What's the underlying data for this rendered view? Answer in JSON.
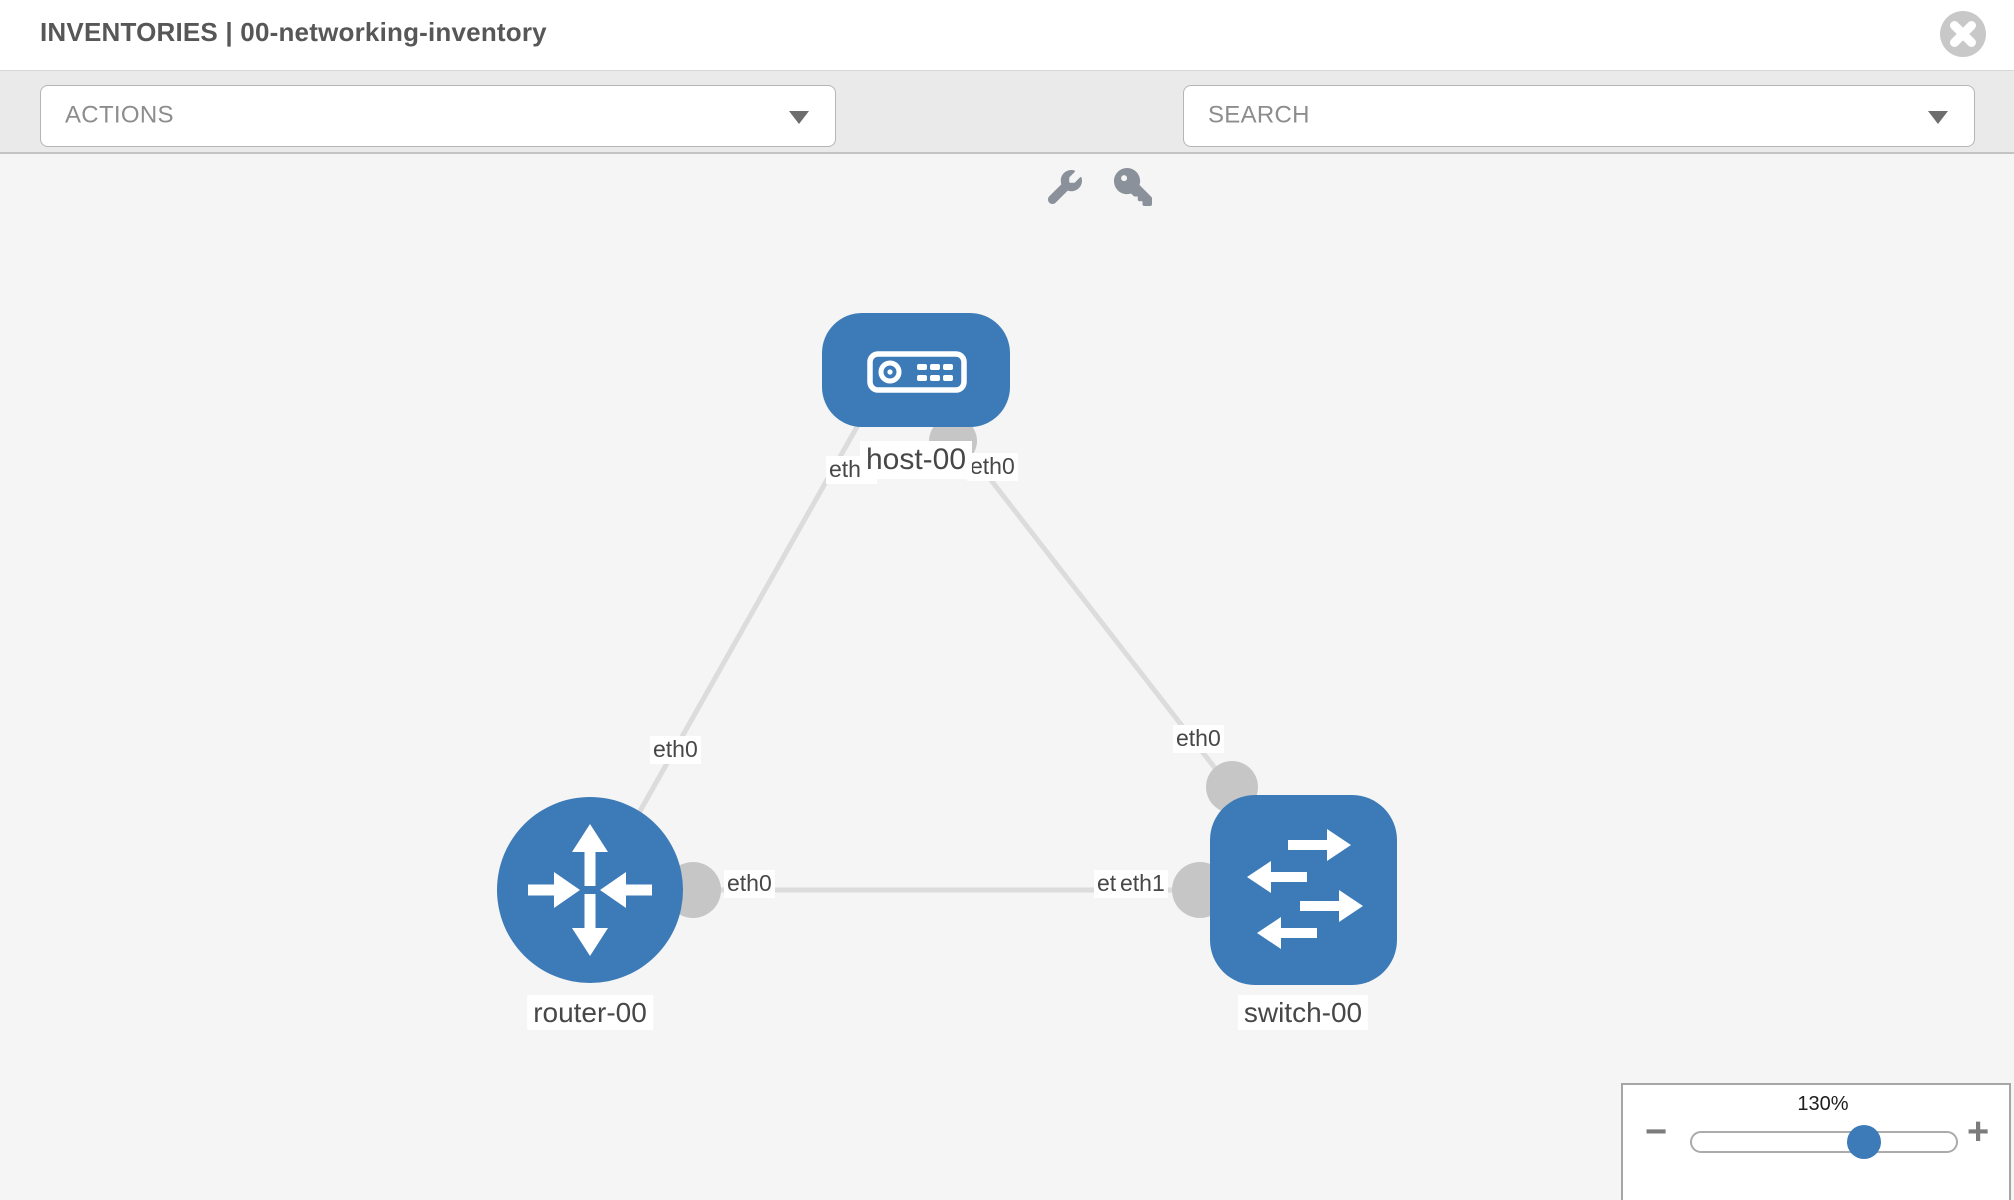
{
  "colors": {
    "node-blue": "#3c7bb8",
    "canvas-bg": "#f5f5f5",
    "toolbar-bg": "#eaeaea",
    "link-gray": "#dcdcdc",
    "connector-gray": "#c6c6c6",
    "title-gray": "#575757",
    "control-text": "#8d8d8d",
    "label-text": "#474747",
    "tool-icon-gray": "#8b919a"
  },
  "header": {
    "title": "INVENTORIES | 00-networking-inventory"
  },
  "toolbar": {
    "actions_select": {
      "value": "ACTIONS"
    },
    "search_select": {
      "value": "SEARCH"
    }
  },
  "topology": {
    "nodes": [
      {
        "label": "host-00",
        "type": "host",
        "shape": "rounded-rect"
      },
      {
        "label": "router-00",
        "type": "router",
        "shape": "circle"
      },
      {
        "label": "switch-00",
        "type": "switch",
        "shape": "rounded-square"
      }
    ],
    "links": [
      {
        "from": "host-00",
        "to": "router-00",
        "from_interface": "eth0",
        "to_interface": "eth0"
      },
      {
        "from": "host-00",
        "to": "switch-00",
        "from_interface": "eth0",
        "to_interface": "eth0"
      },
      {
        "from": "router-00",
        "to": "switch-00",
        "from_interface": "eth0",
        "to_interface": "eth1"
      }
    ],
    "interface_labels": {
      "host_to_router_at_host": "eth0",
      "host_to_switch_at_host": "eth0",
      "host_to_router_at_router": "eth0",
      "host_to_switch_at_switch": "eth0",
      "router_to_switch_at_router": "eth0",
      "router_to_switch_at_switch": "eth1",
      "router_to_switch_at_switch_overlap": "eth1"
    }
  },
  "zoom_control": {
    "level": "130%",
    "minus_label": "−",
    "plus_label": "+"
  }
}
